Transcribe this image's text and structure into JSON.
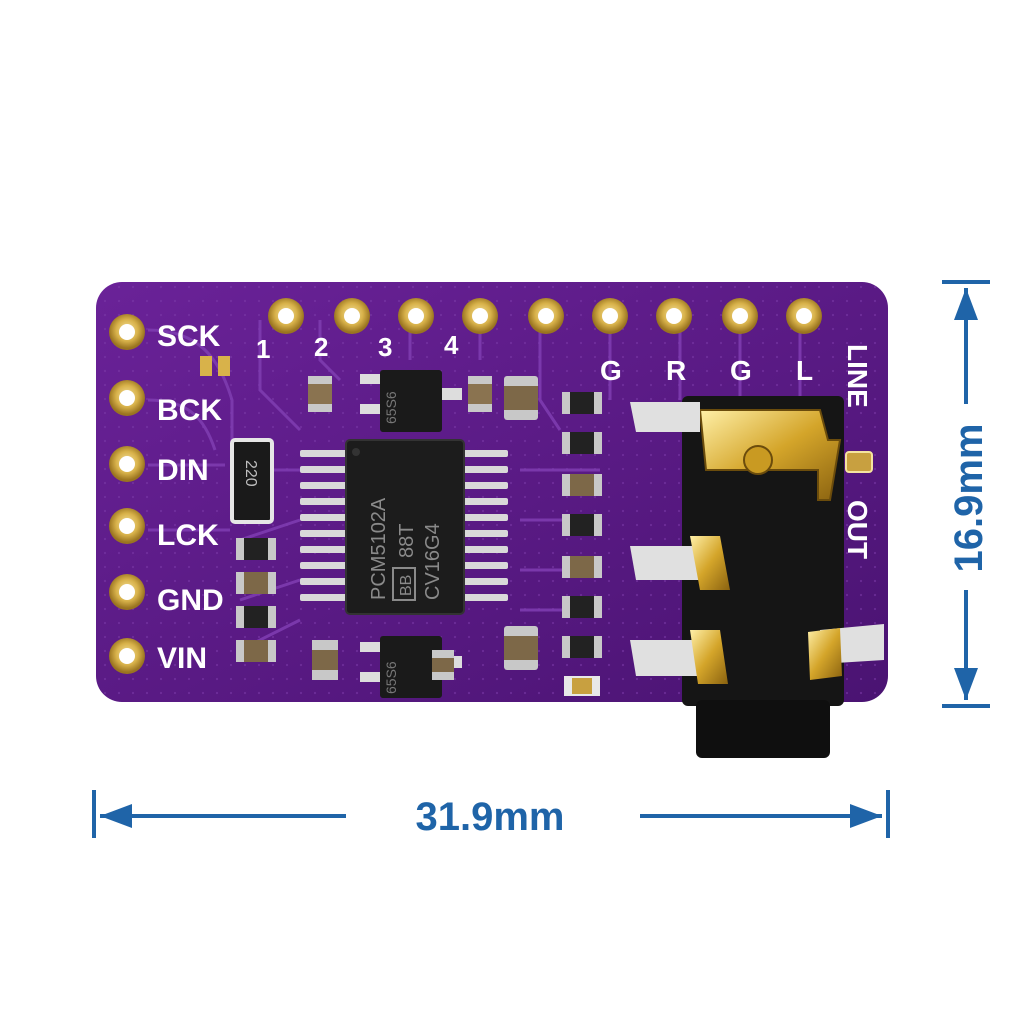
{
  "board": {
    "left_pins": [
      "SCK",
      "BCK",
      "DIN",
      "LCK",
      "GND",
      "VIN"
    ],
    "top_numbers": [
      "1",
      "2",
      "3",
      "4"
    ],
    "top_letters": [
      "G",
      "R",
      "G",
      "L"
    ],
    "line_label": "LINE",
    "out_label": "OUT",
    "chip_lines": [
      "PCM5102A",
      "88T",
      "CV16G4"
    ],
    "chip_logo": "BB",
    "resistor_array_code": "220",
    "regulator_code": "65S6",
    "pcb_color": "#5a1a86",
    "pad_color": "#d8b24a"
  },
  "dimensions": {
    "width": "31.9mm",
    "height": "16.9mm",
    "color": "#1f64a8"
  }
}
